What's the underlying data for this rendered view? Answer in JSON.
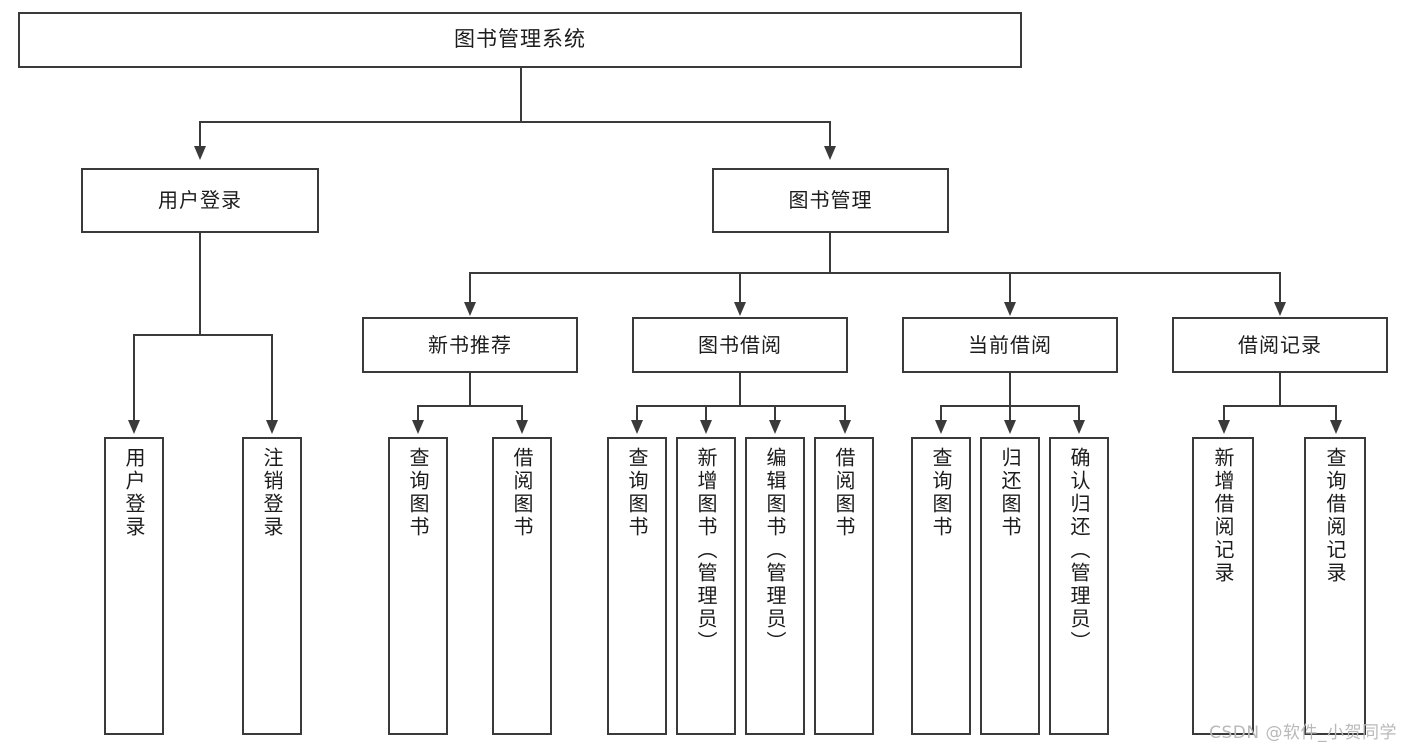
{
  "diagram": {
    "type": "tree-hierarchy",
    "title": "图书管理系统",
    "watermark": "CSDN @软件_小贺同学",
    "colors": {
      "stroke": "#3a3a3a",
      "fill": "#ffffff",
      "text": "#1c1c1c",
      "watermark": "#b9b9b9"
    },
    "root": {
      "label": "图书管理系统"
    },
    "level2": [
      {
        "label": "用户登录"
      },
      {
        "label": "图书管理"
      }
    ],
    "level3": [
      {
        "label": "新书推荐"
      },
      {
        "label": "图书借阅"
      },
      {
        "label": "当前借阅"
      },
      {
        "label": "借阅记录"
      }
    ],
    "leaves": {
      "user_login": [
        {
          "label": "用户登录"
        },
        {
          "label": "注销登录"
        }
      ],
      "new_book_recommend": [
        {
          "label": "查询图书"
        },
        {
          "label": "借阅图书"
        }
      ],
      "book_borrow": [
        {
          "label": "查询图书"
        },
        {
          "label": "新增图书（管理员）"
        },
        {
          "label": "编辑图书（管理员）"
        },
        {
          "label": "借阅图书"
        }
      ],
      "current_borrow": [
        {
          "label": "查询图书"
        },
        {
          "label": "归还图书"
        },
        {
          "label": "确认归还（管理员）"
        }
      ],
      "borrow_records": [
        {
          "label": "新增借阅记录"
        },
        {
          "label": "查询借阅记录"
        }
      ]
    }
  }
}
